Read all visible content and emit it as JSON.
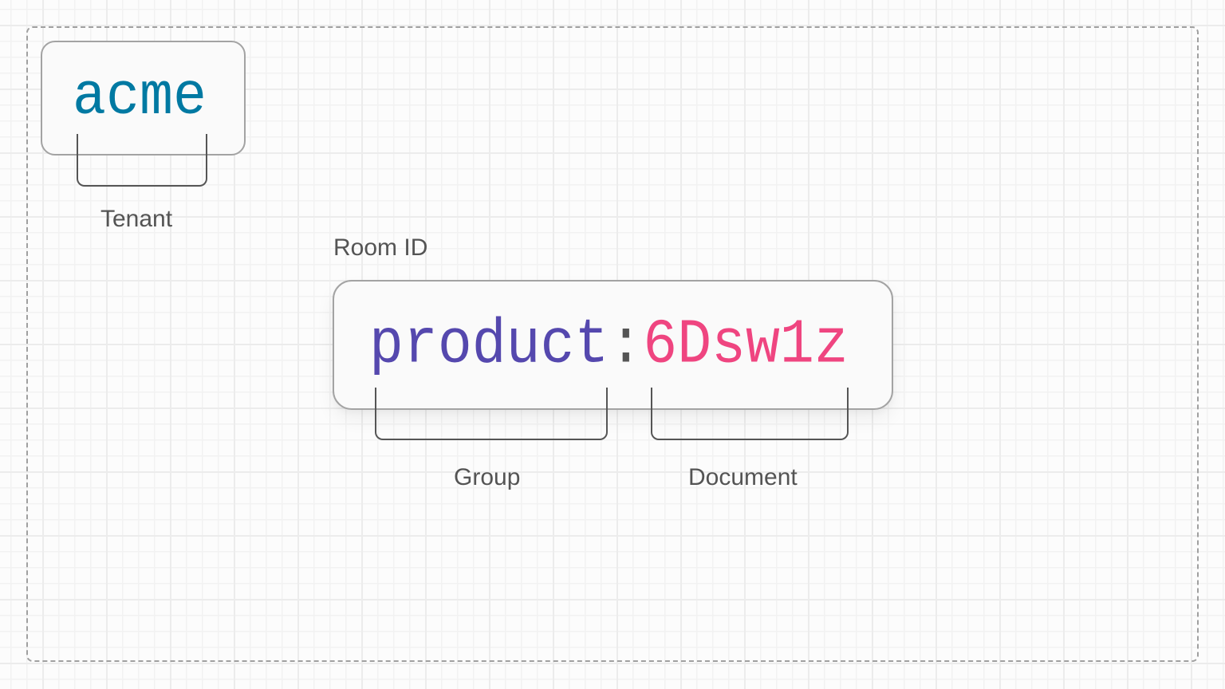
{
  "diagram": {
    "title": "Room ID",
    "tenant": {
      "value": "acme",
      "label": "Tenant",
      "color": "#0079a2"
    },
    "room_id": {
      "label": "Room ID",
      "group_value": "product",
      "separator": ":",
      "document_value": "6Dsw1z",
      "group_label": "Group",
      "document_label": "Document",
      "group_color": "#5548ae",
      "separator_color": "#555555",
      "document_color": "#ef4580"
    }
  }
}
